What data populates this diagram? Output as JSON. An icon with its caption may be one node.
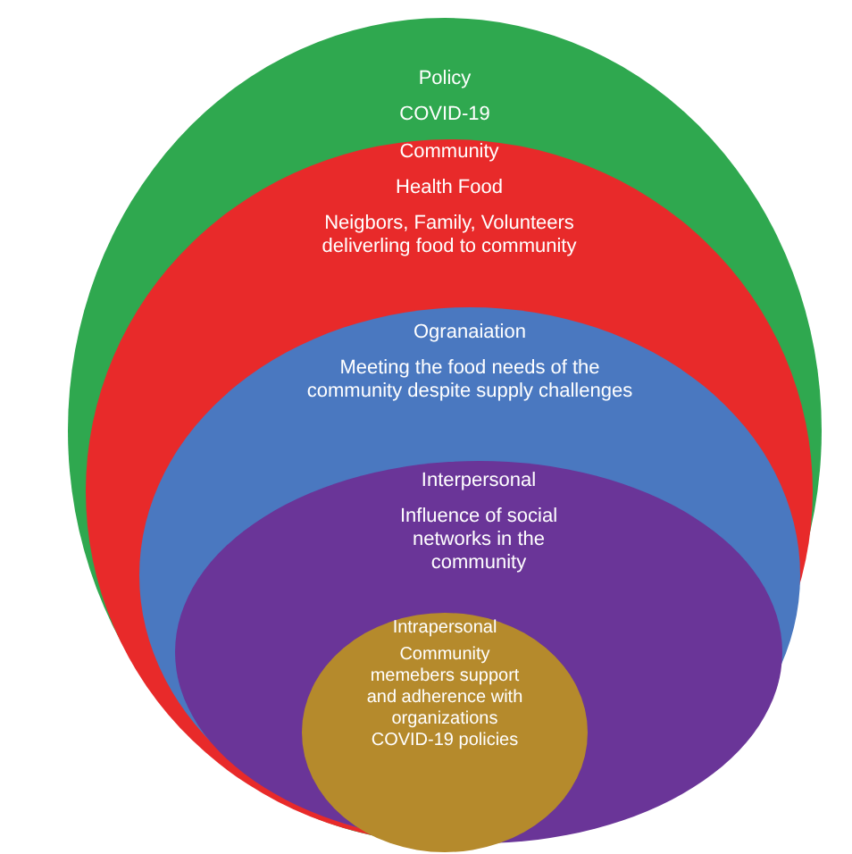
{
  "diagram": {
    "nodes": [
      {
        "text": [
          "Policy",
          "COVID-19"
        ]
      },
      {
        "text": [
          "Community",
          "Health Food",
          "Neigbors, Family, Volunteers deliverling food to community"
        ],
        "in": 0
      },
      {
        "text": [
          "Ogranaiation",
          "Meeting the food needs of the community despite supply challenges"
        ],
        "in": 1
      },
      {
        "text": [
          "Interpersonal",
          "Influence of social networks in the community"
        ],
        "in": 2
      },
      {
        "text": [
          "Intrapersonal",
          "Community memebers support and adherence with organizations COVID-19 policies"
        ],
        "in": 3
      }
    ]
  }
}
